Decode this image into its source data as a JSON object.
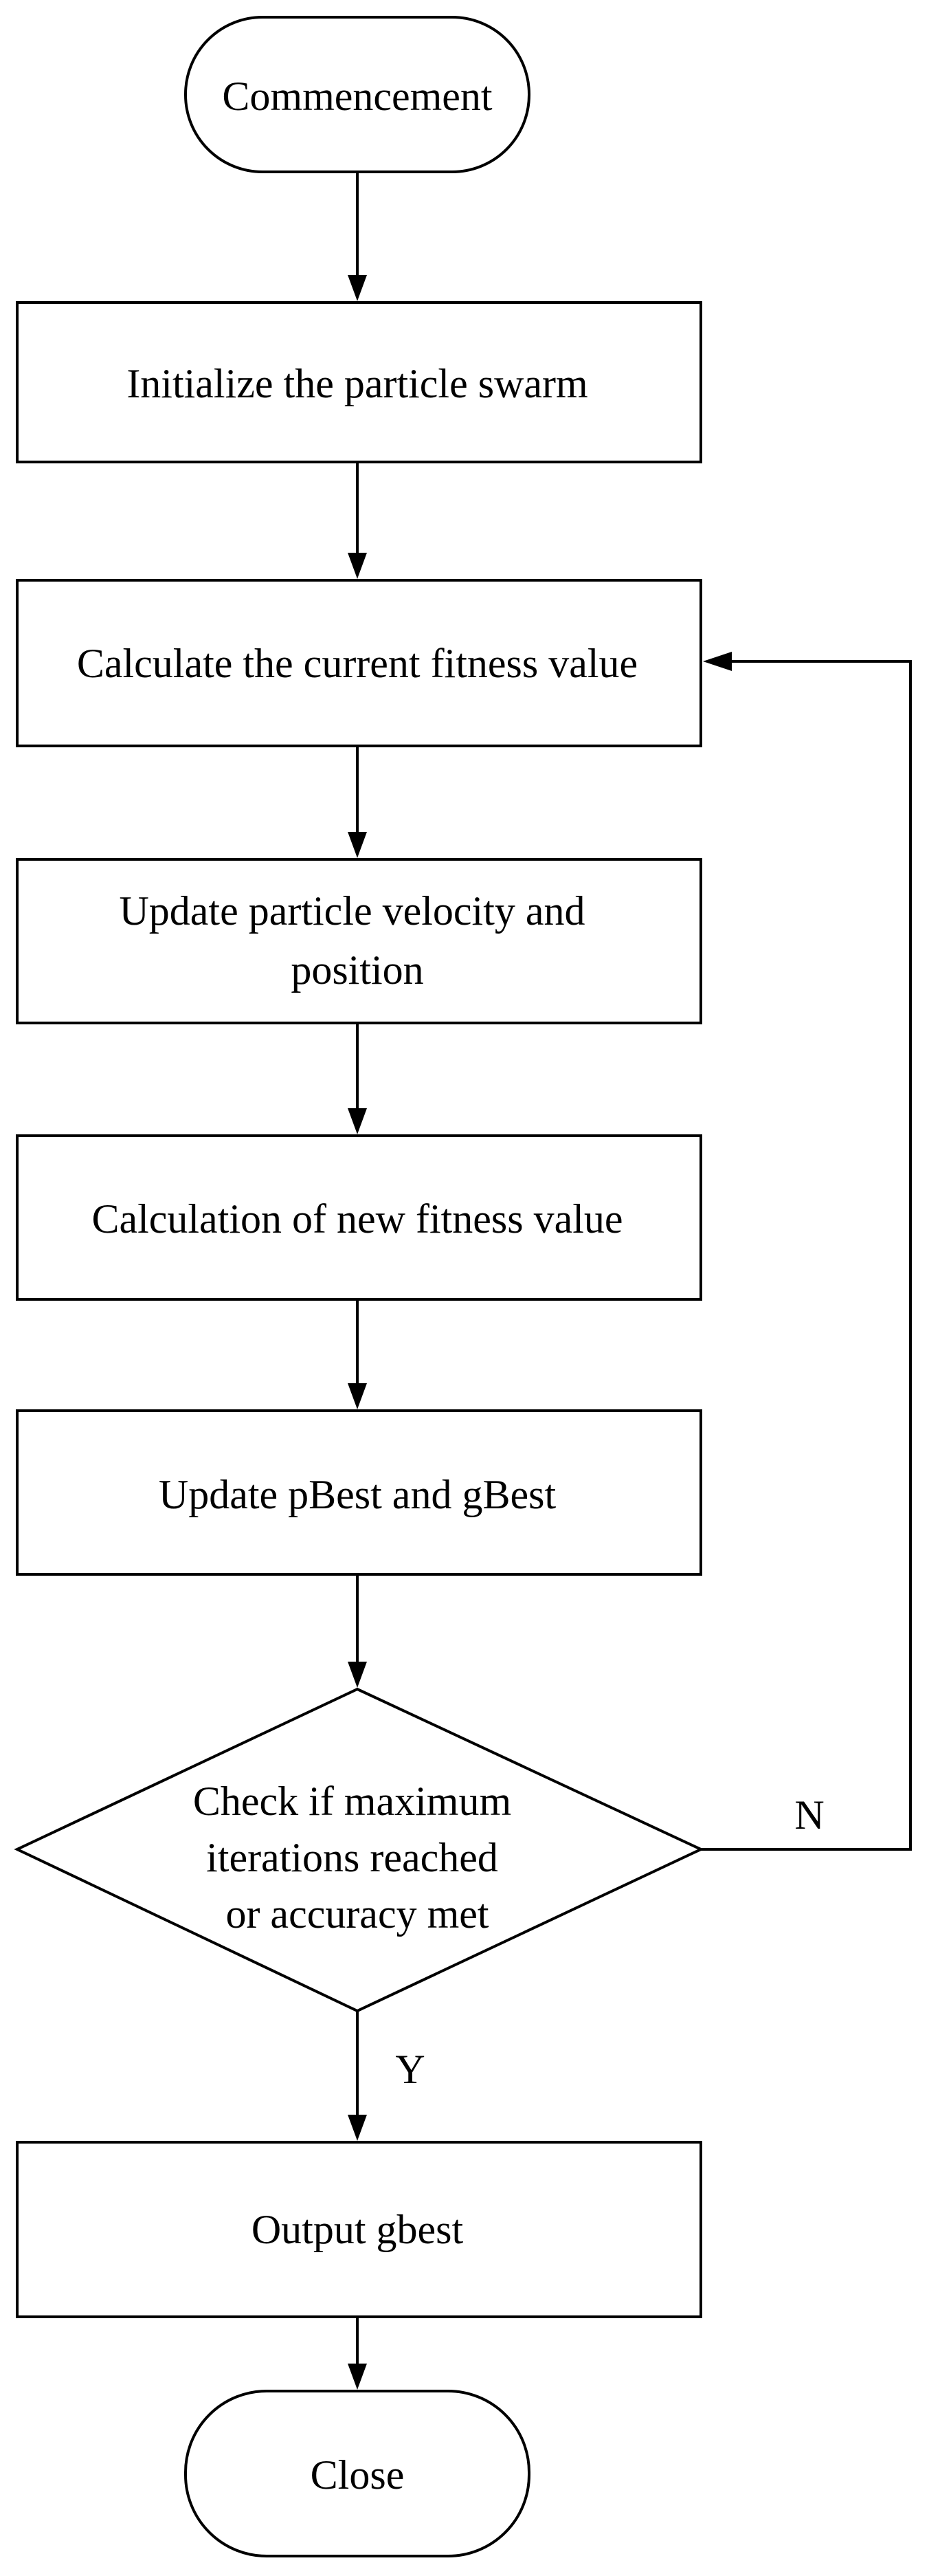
{
  "nodes": {
    "start": {
      "kind": "terminal",
      "lines": [
        "Commencement"
      ]
    },
    "init": {
      "kind": "process",
      "lines": [
        "Initialize the particle swarm"
      ]
    },
    "calc_current": {
      "kind": "process",
      "lines": [
        "Calculate the current fitness value"
      ]
    },
    "update_vel": {
      "kind": "process",
      "lines": [
        "Update particle velocity and",
        "position"
      ]
    },
    "calc_new": {
      "kind": "process",
      "lines": [
        "Calculation of new fitness value"
      ]
    },
    "update_best": {
      "kind": "process",
      "lines": [
        "Update pBest and gBest"
      ]
    },
    "check": {
      "kind": "decision",
      "lines": [
        "Check if maximum",
        "iterations reached",
        "or accuracy met"
      ]
    },
    "output": {
      "kind": "process",
      "lines": [
        "Output gbest"
      ]
    },
    "end": {
      "kind": "terminal",
      "lines": [
        "Close"
      ]
    }
  },
  "edges": {
    "no_label": "N",
    "yes_label": "Y"
  }
}
